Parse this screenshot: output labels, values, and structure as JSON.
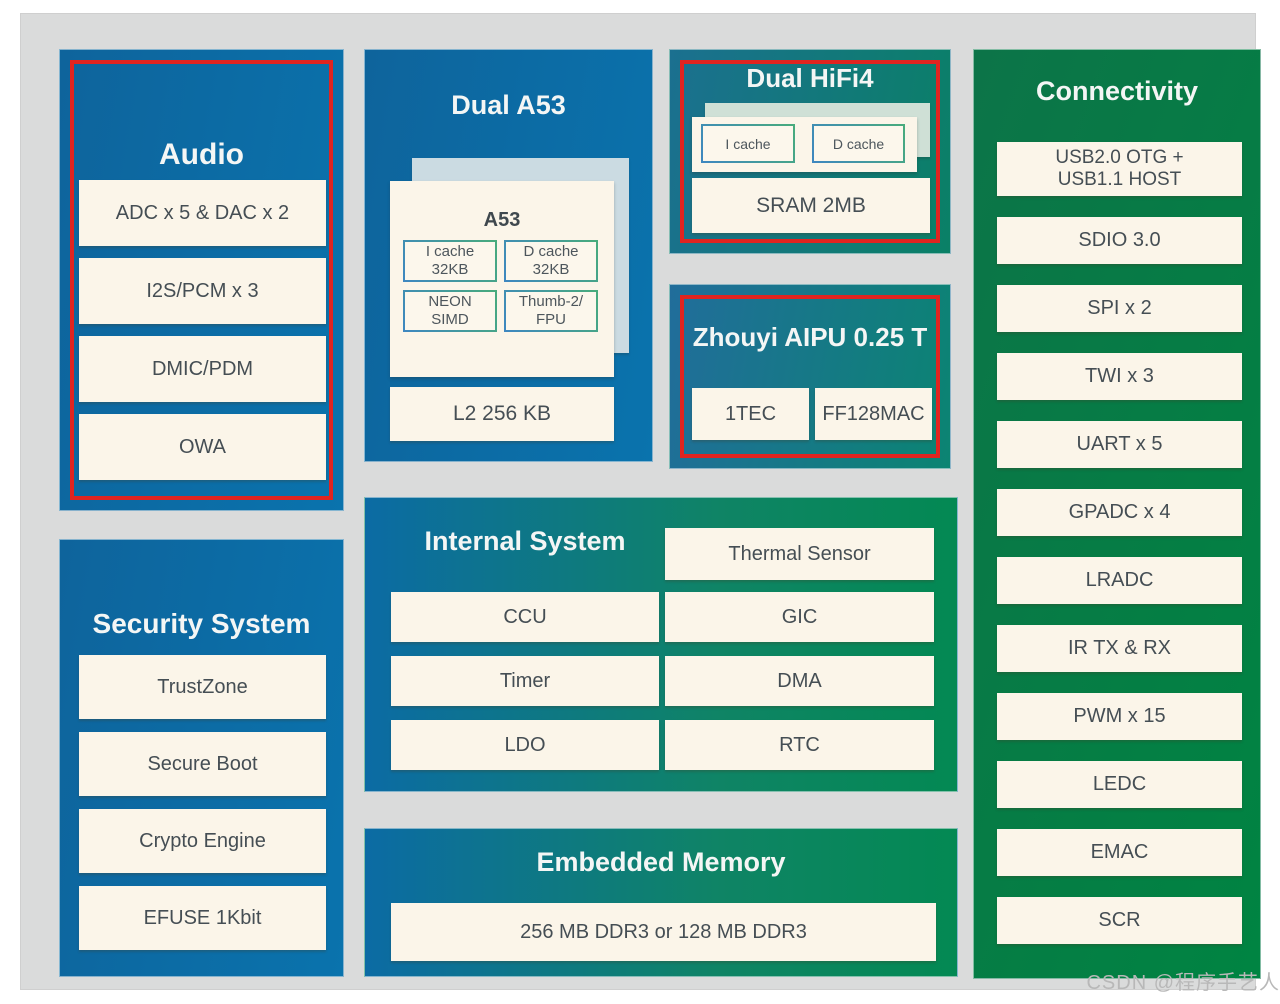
{
  "watermark": "CSDN @程序手艺人",
  "colors": {
    "canvas_gray": "#dadbdb",
    "block_blue": "#0a6da8",
    "block_teal": "#0e7d76",
    "block_green": "#047f44",
    "block_blue_green_gradient_left": "#0c6ba4",
    "block_blue_green_gradient_right": "#038953",
    "item_cream": "#fbf5e9",
    "item_text": "#454e54",
    "title_text": "#f4f6f5",
    "highlight_red": "#e02420",
    "a53_back_card": "#cbdbe2",
    "hifi4_back_card": "#cfe0d6",
    "mini_border_blue": "#3e87c0",
    "mini_border_green": "#48ab7c"
  },
  "blocks": {
    "audio": {
      "title": "Audio",
      "items": [
        "ADC x 5 & DAC x 2",
        "I2S/PCM x 3",
        "DMIC/PDM",
        "OWA"
      ]
    },
    "security": {
      "title": "Security System",
      "items": [
        "TrustZone",
        "Secure Boot",
        "Crypto Engine",
        "EFUSE 1Kbit"
      ]
    },
    "a53": {
      "title": "Dual A53",
      "card_title": "A53",
      "card_items": [
        "I cache\n32KB",
        "D cache\n32KB",
        "NEON\nSIMD",
        "Thumb-2/\nFPU"
      ],
      "l2": "L2 256 KB"
    },
    "hifi4": {
      "title": "Dual HiFi4",
      "card_items": [
        "I cache",
        "D cache"
      ],
      "sram": "SRAM 2MB"
    },
    "aipu": {
      "title": "Zhouyi AIPU 0.25 T",
      "items": [
        "1TEC",
        "FF128MAC"
      ]
    },
    "internal": {
      "title": "Internal System",
      "thermal": "Thermal Sensor",
      "grid": [
        "CCU",
        "GIC",
        "Timer",
        "DMA",
        "LDO",
        "RTC"
      ]
    },
    "memory": {
      "title": "Embedded Memory",
      "item": "256 MB DDR3 or 128 MB DDR3"
    },
    "connectivity": {
      "title": "Connectivity",
      "items": [
        "USB2.0 OTG +\nUSB1.1 HOST",
        "SDIO 3.0",
        "SPI x 2",
        "TWI x 3",
        "UART x 5",
        "GPADC x 4",
        "LRADC",
        "IR TX & RX",
        "PWM x 15",
        "LEDC",
        "EMAC",
        "SCR"
      ]
    }
  }
}
